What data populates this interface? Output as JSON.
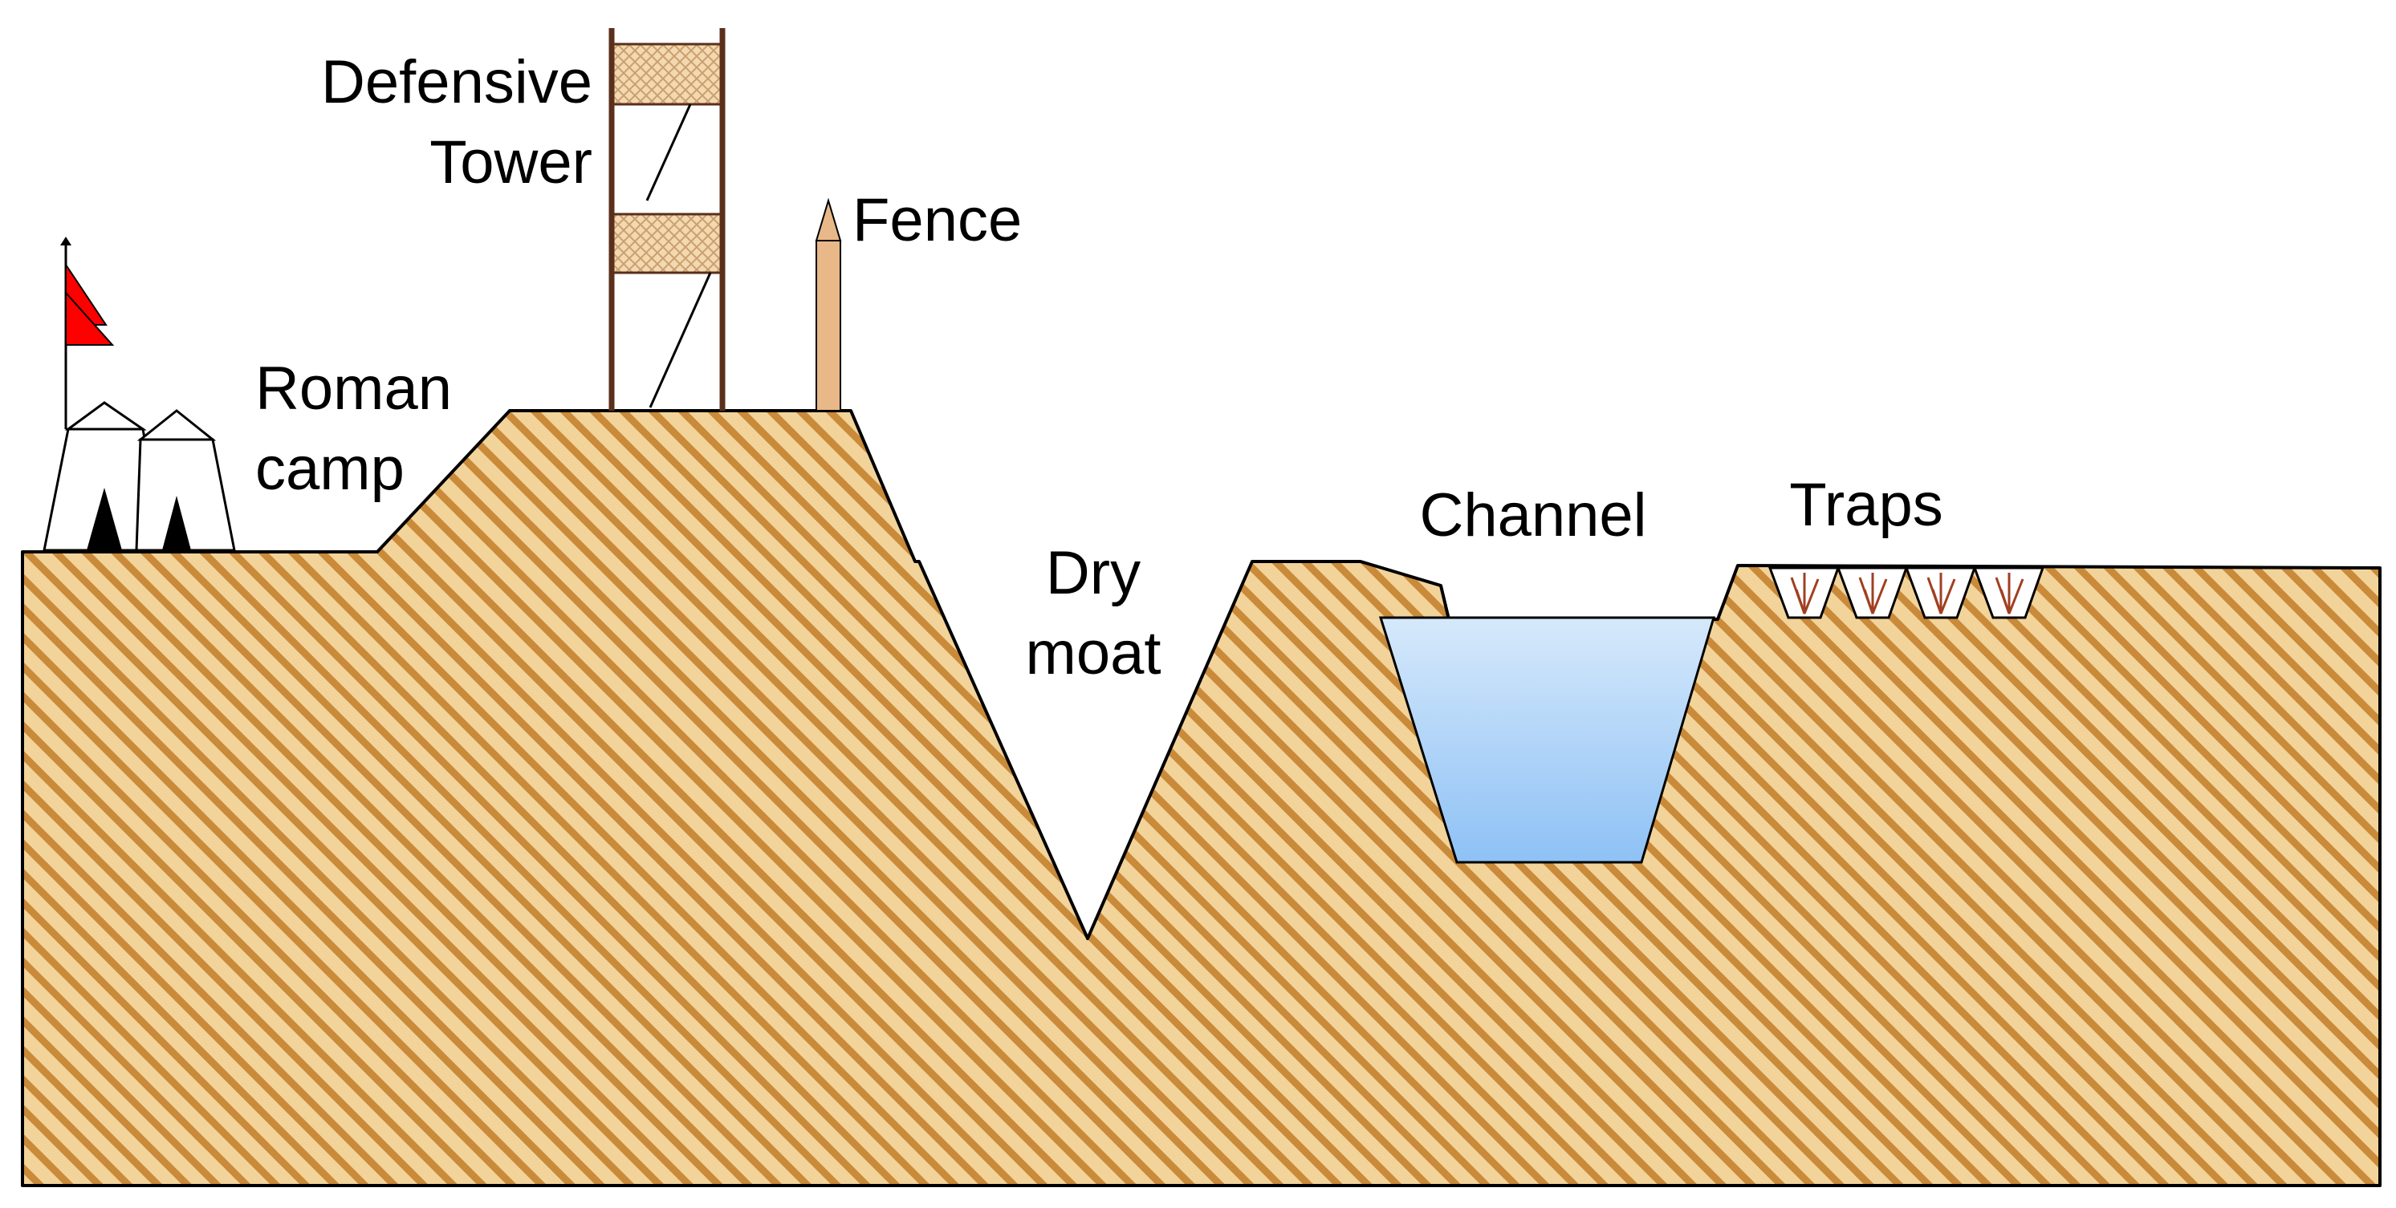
{
  "labels": {
    "defensive_tower_line1": "Defensive",
    "defensive_tower_line2": "Tower",
    "fence": "Fence",
    "roman_camp_line1": "Roman",
    "roman_camp_line2": "camp",
    "dry_moat_line1": "Dry",
    "dry_moat_line2": "moat",
    "channel": "Channel",
    "traps": "Traps"
  },
  "colors": {
    "earth_fill": "#f2d39a",
    "earth_stripe": "#c98a3a",
    "outline": "#000000",
    "tower_wood": "#5a2f1c",
    "tower_mesh_fill": "#f3d8b0",
    "tower_mesh_line": "#c9a070",
    "fence_post": "#e8b888",
    "water_top": "#d6e9fb",
    "water_bottom": "#8ec1f5",
    "flag": "#ff0000",
    "tent_fill": "#ffffff",
    "tent_door": "#000000",
    "trap_stake": "#a04020"
  },
  "icons": {
    "flag": "red-flag-icon",
    "tents": "tent-icon",
    "tower": "watchtower-icon",
    "fence": "stake-icon",
    "trap": "spike-trap-icon"
  }
}
